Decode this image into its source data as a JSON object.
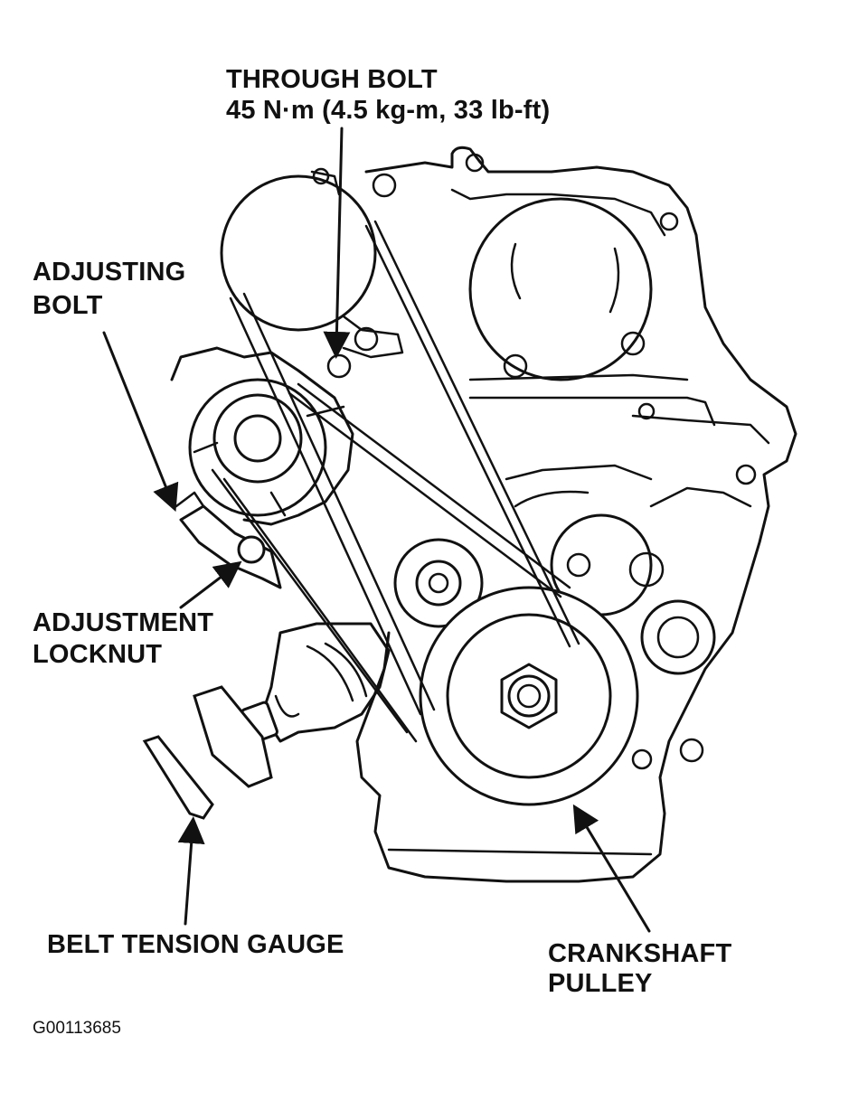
{
  "labels": {
    "through_bolt_title": "THROUGH BOLT",
    "through_bolt_torque": "45 N·m (4.5 kg-m, 33 lb-ft)",
    "adjusting_bolt_line1": "ADJUSTING",
    "adjusting_bolt_line2": "BOLT",
    "adjustment_locknut_line1": "ADJUSTMENT",
    "adjustment_locknut_line2": "LOCKNUT",
    "belt_tension_gauge": "BELT TENSION GAUGE",
    "crankshaft_pulley_line1": "CRANKSHAFT",
    "crankshaft_pulley_line2": "PULLEY"
  },
  "figure_code": "G00113685"
}
